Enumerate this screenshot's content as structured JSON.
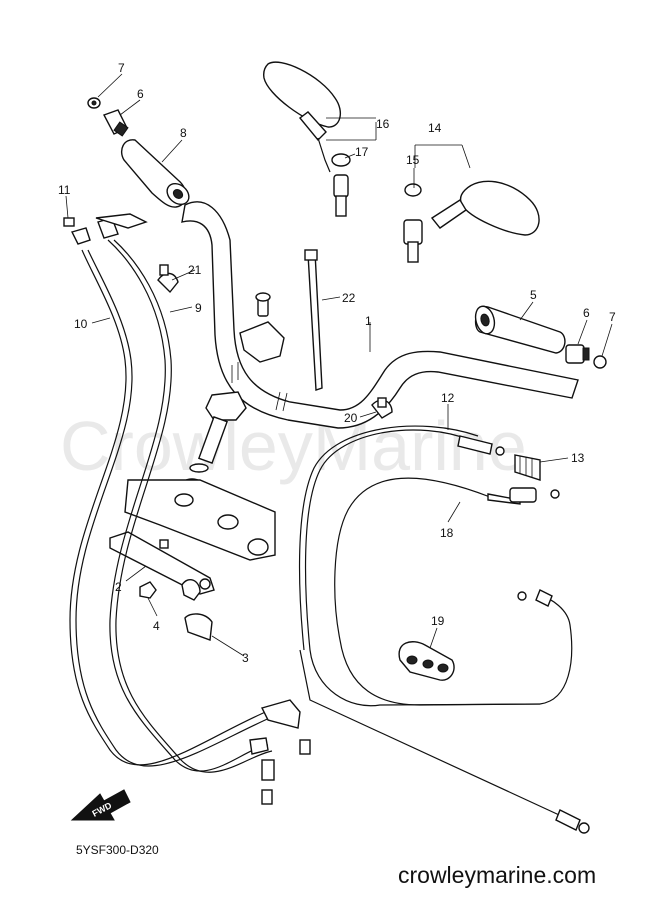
{
  "watermark": "CrowleyMarine",
  "diagram_code": "5YSF300-D320",
  "site_footer": "crowleymarine.com",
  "fwd_label": "FWD",
  "callouts": {
    "c1": "1",
    "c2": "2",
    "c3": "3",
    "c4": "4",
    "c5": "5",
    "c6a": "6",
    "c6b": "6",
    "c7a": "7",
    "c7b": "7",
    "c8": "8",
    "c9": "9",
    "c10": "10",
    "c11": "11",
    "c12": "12",
    "c13": "13",
    "c14": "14",
    "c15": "15",
    "c16": "16",
    "c17": "17",
    "c18": "18",
    "c19": "19",
    "c20": "20",
    "c21": "21",
    "c22": "22"
  }
}
